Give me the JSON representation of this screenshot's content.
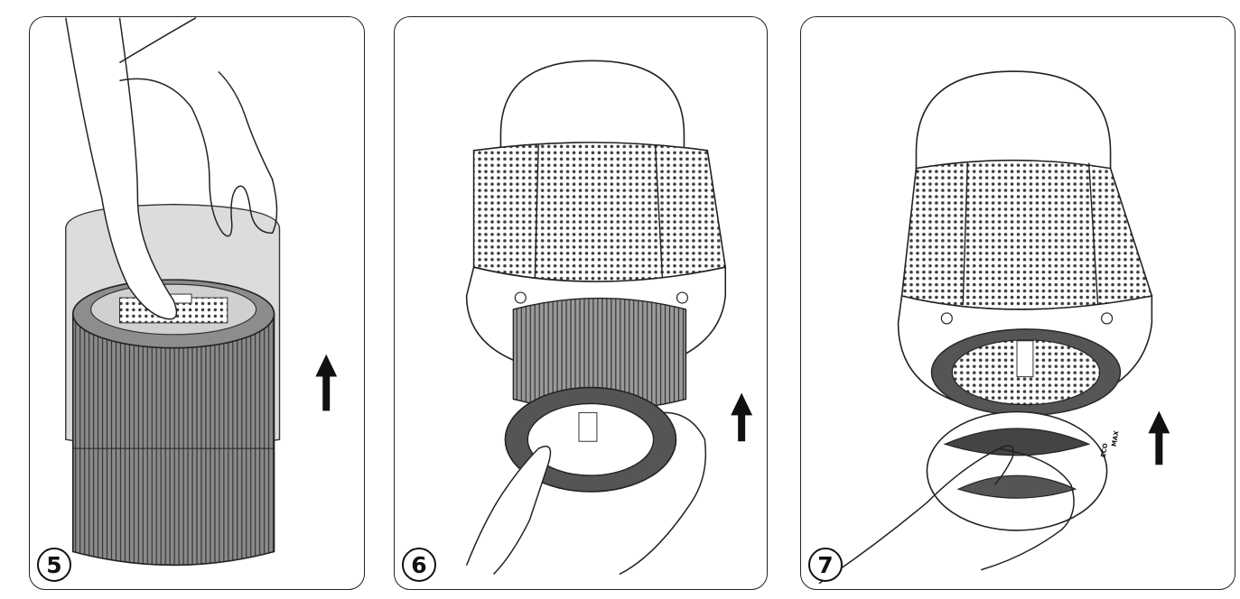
{
  "panels": [
    {
      "step": "5",
      "arrow": "up-arrow-icon",
      "subject": "filter-removal"
    },
    {
      "step": "6",
      "arrow": "up-arrow-icon",
      "subject": "pre-filter-ring-removal"
    },
    {
      "step": "7",
      "arrow": "up-arrow-icon",
      "subject": "base-cover-removal",
      "cover_labels": [
        "ECO",
        "MAX"
      ]
    }
  ],
  "colors": {
    "line": "#222222",
    "mesh": "#555555",
    "filter_gray": "#8a8a8a",
    "shade": "#d9d9d9"
  }
}
